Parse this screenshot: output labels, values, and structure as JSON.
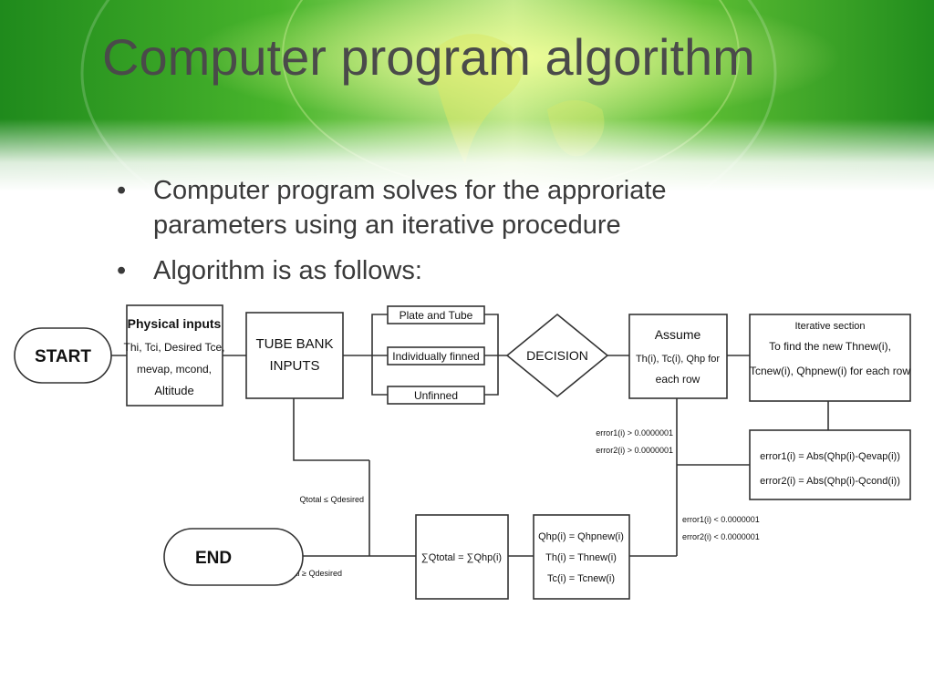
{
  "slide": {
    "title": "Computer program algorithm",
    "bullets": [
      "Computer program solves for the approriate parameters using an iterative procedure",
      "Algorithm is as follows:"
    ],
    "bullet_glyph": "•"
  },
  "flowchart": {
    "start": "START",
    "end": "END",
    "physical_inputs": {
      "heading": "Physical inputs",
      "line1": "Thi, Tci, Desired Tce,",
      "line2": "mevap, mcond,",
      "line3": "Altitude"
    },
    "tube_bank": {
      "line1": "TUBE BANK",
      "line2": "INPUTS"
    },
    "options": [
      "Plate and Tube",
      "Individually finned",
      "Unfinned"
    ],
    "decision": "DECISION",
    "assume": {
      "line1": "Assume",
      "line2": "Th(i), Tc(i), Qhp for",
      "line3": "each row"
    },
    "iterative": {
      "line1": "Iterative section",
      "line2": "To find the new Thnew(i),",
      "line3": "Tcnew(i), Qhpnew(i) for each row"
    },
    "errors": {
      "line1": "error1(i) = Abs(Qhp(i)-Qevap(i))",
      "line2": "error2(i) = Abs(Qhp(i)-Qcond(i))"
    },
    "cond_gt": {
      "line1": "error1(i) > 0.0000001",
      "line2": "error2(i) > 0.0000001"
    },
    "cond_lt": {
      "line1": "error1(i) < 0.0000001",
      "line2": "error2(i) < 0.0000001"
    },
    "update": {
      "line1": "Qhp(i) = Qhpnew(i)",
      "line2": "Th(i) = Thnew(i)",
      "line3": "Tc(i) = Tcnew(i)"
    },
    "sum": "∑Qtotal = ∑Qhp(i)",
    "q_le": "Qtotal ≤ Qdesired",
    "q_ge": "Qtotal ≥ Qdesired"
  },
  "colors": {
    "banner_green": "#2f9a24",
    "banner_light": "#a6e070",
    "title_gray": "#4a4a4a"
  }
}
